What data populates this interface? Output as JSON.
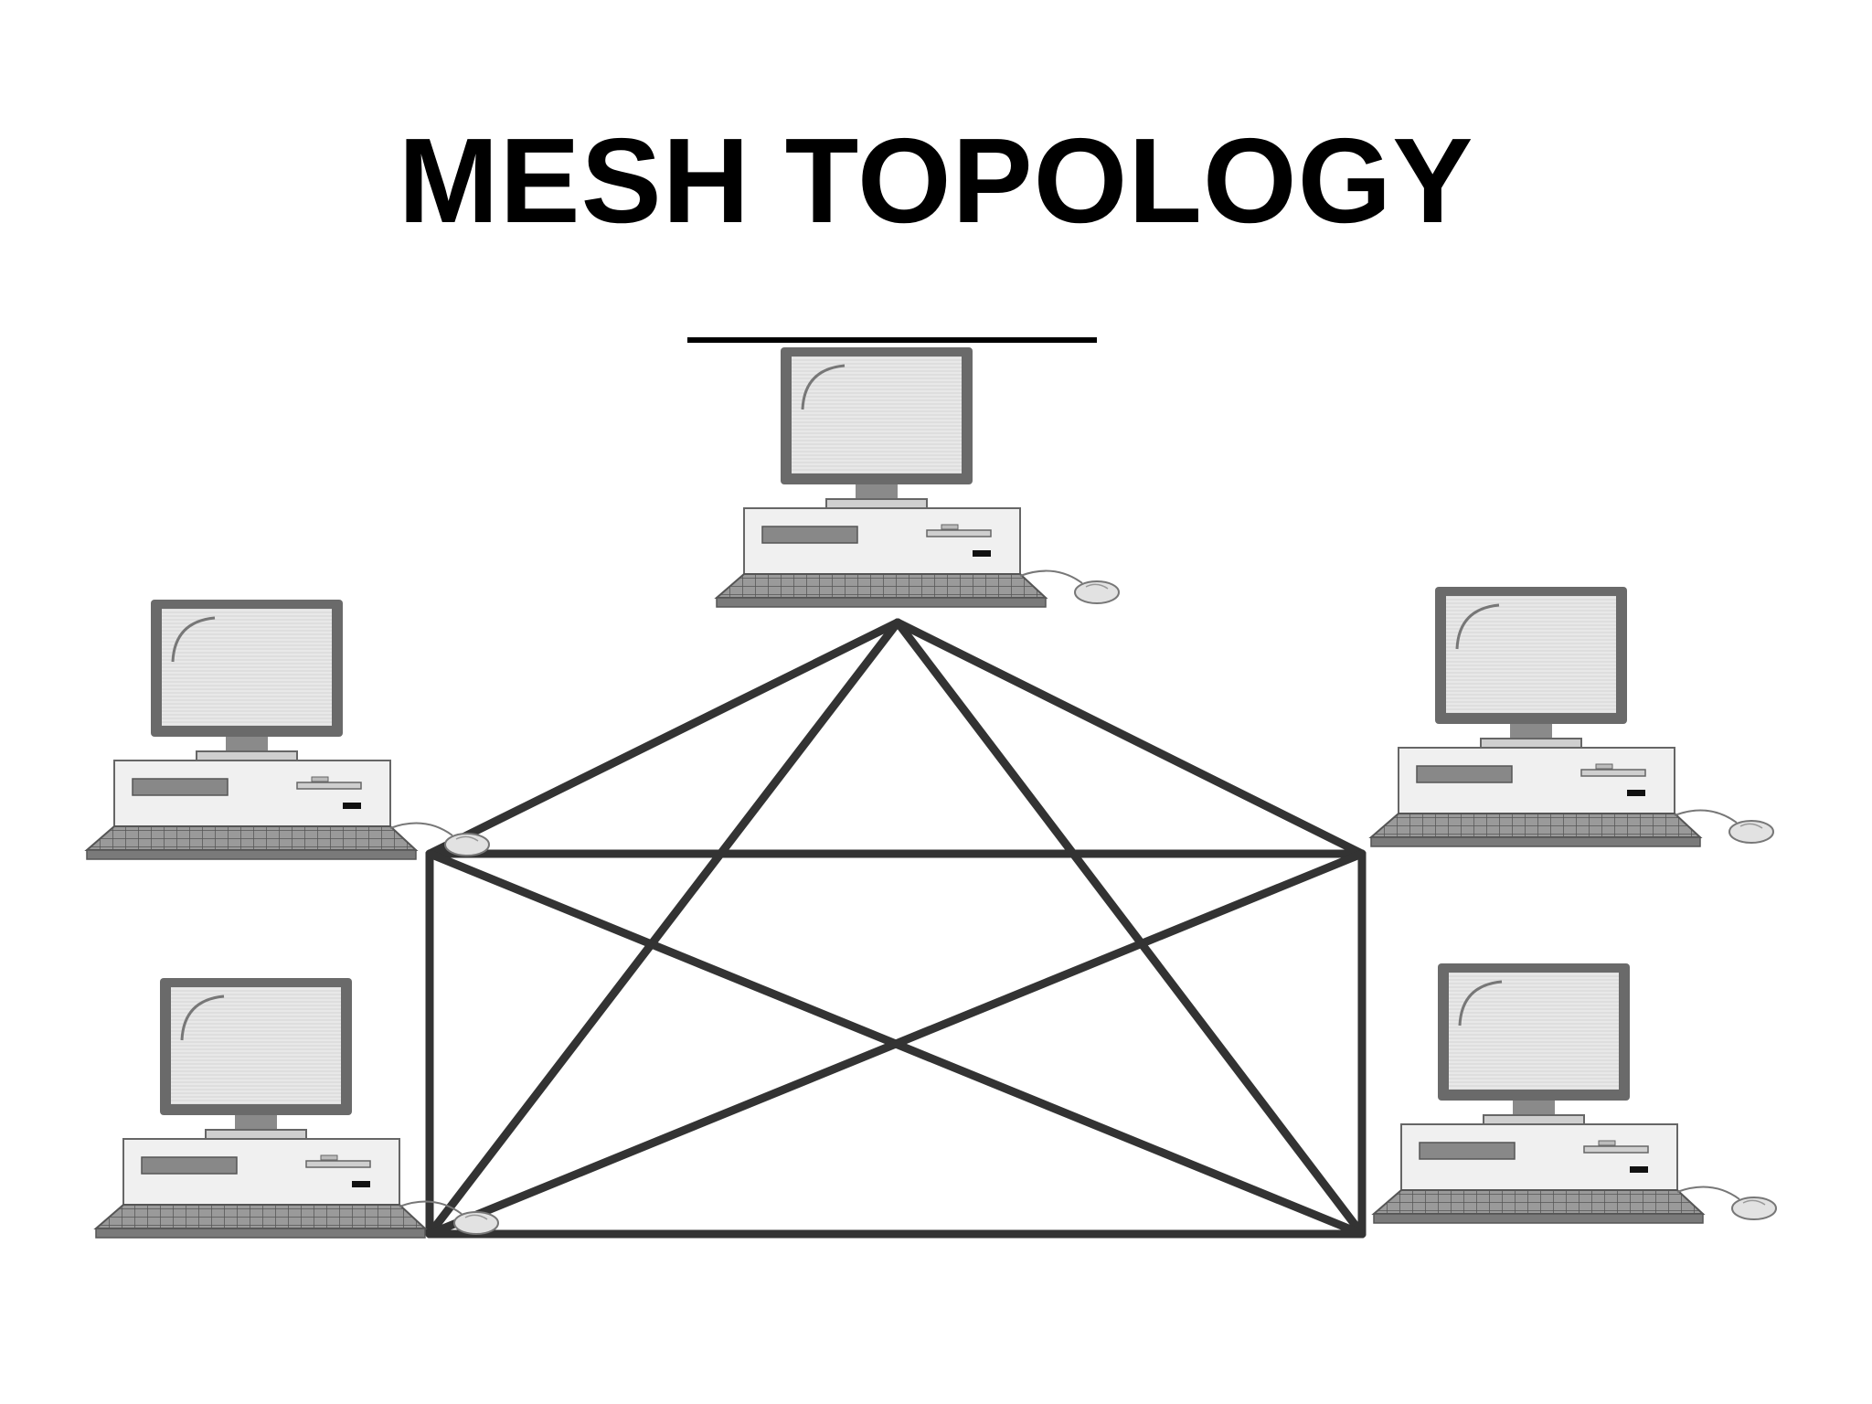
{
  "title": "MESH TOPOLOGY",
  "colors": {
    "background": "#ffffff",
    "link": "#333333",
    "monitor_frame": "#5f5f5f",
    "screen": "#e6e6e6",
    "case": "#f0f0f0",
    "keyboard": "#888888"
  },
  "nodes": [
    {
      "id": "top",
      "icon": "desktop-computer-icon"
    },
    {
      "id": "upper-left",
      "icon": "desktop-computer-icon"
    },
    {
      "id": "upper-right",
      "icon": "desktop-computer-icon"
    },
    {
      "id": "lower-left",
      "icon": "desktop-computer-icon"
    },
    {
      "id": "lower-right",
      "icon": "desktop-computer-icon"
    }
  ],
  "links": [
    [
      "top",
      "upper-left"
    ],
    [
      "top",
      "upper-right"
    ],
    [
      "top",
      "lower-left"
    ],
    [
      "top",
      "lower-right"
    ],
    [
      "upper-left",
      "upper-right"
    ],
    [
      "upper-left",
      "lower-left"
    ],
    [
      "upper-left",
      "lower-right"
    ],
    [
      "upper-right",
      "lower-left"
    ],
    [
      "upper-right",
      "lower-right"
    ],
    [
      "lower-left",
      "lower-right"
    ]
  ]
}
